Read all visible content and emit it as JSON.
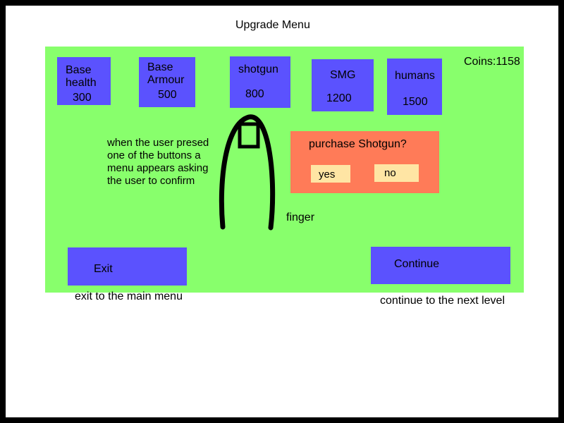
{
  "title": "Upgrade Menu",
  "coins_label": "Coins:1158",
  "upgrades": [
    {
      "label_line1": "Base",
      "label_line2": "health",
      "price": "300"
    },
    {
      "label_line1": "Base",
      "label_line2": "Armour",
      "price": "500"
    },
    {
      "label": "shotgun",
      "price": "800"
    },
    {
      "label": "SMG",
      "price": "1200"
    },
    {
      "label": "humans",
      "price": "1500"
    }
  ],
  "note_lines": [
    "when the user presed",
    "one of the buttons a",
    "menu appears asking",
    "the user to confirm"
  ],
  "finger_label": "finger",
  "dialog": {
    "title": "purchase Shotgun?",
    "yes_label": "yes",
    "no_label": "no"
  },
  "exit_button": {
    "label": "Exit",
    "caption": "exit to the main menu"
  },
  "continue_button": {
    "label": "Continue",
    "caption": "continue to the next level"
  },
  "colors": {
    "panel": "#88ff6c",
    "button": "#5b52fe",
    "dialog": "#ff7b58",
    "dialog_button": "#ffe5a4"
  }
}
